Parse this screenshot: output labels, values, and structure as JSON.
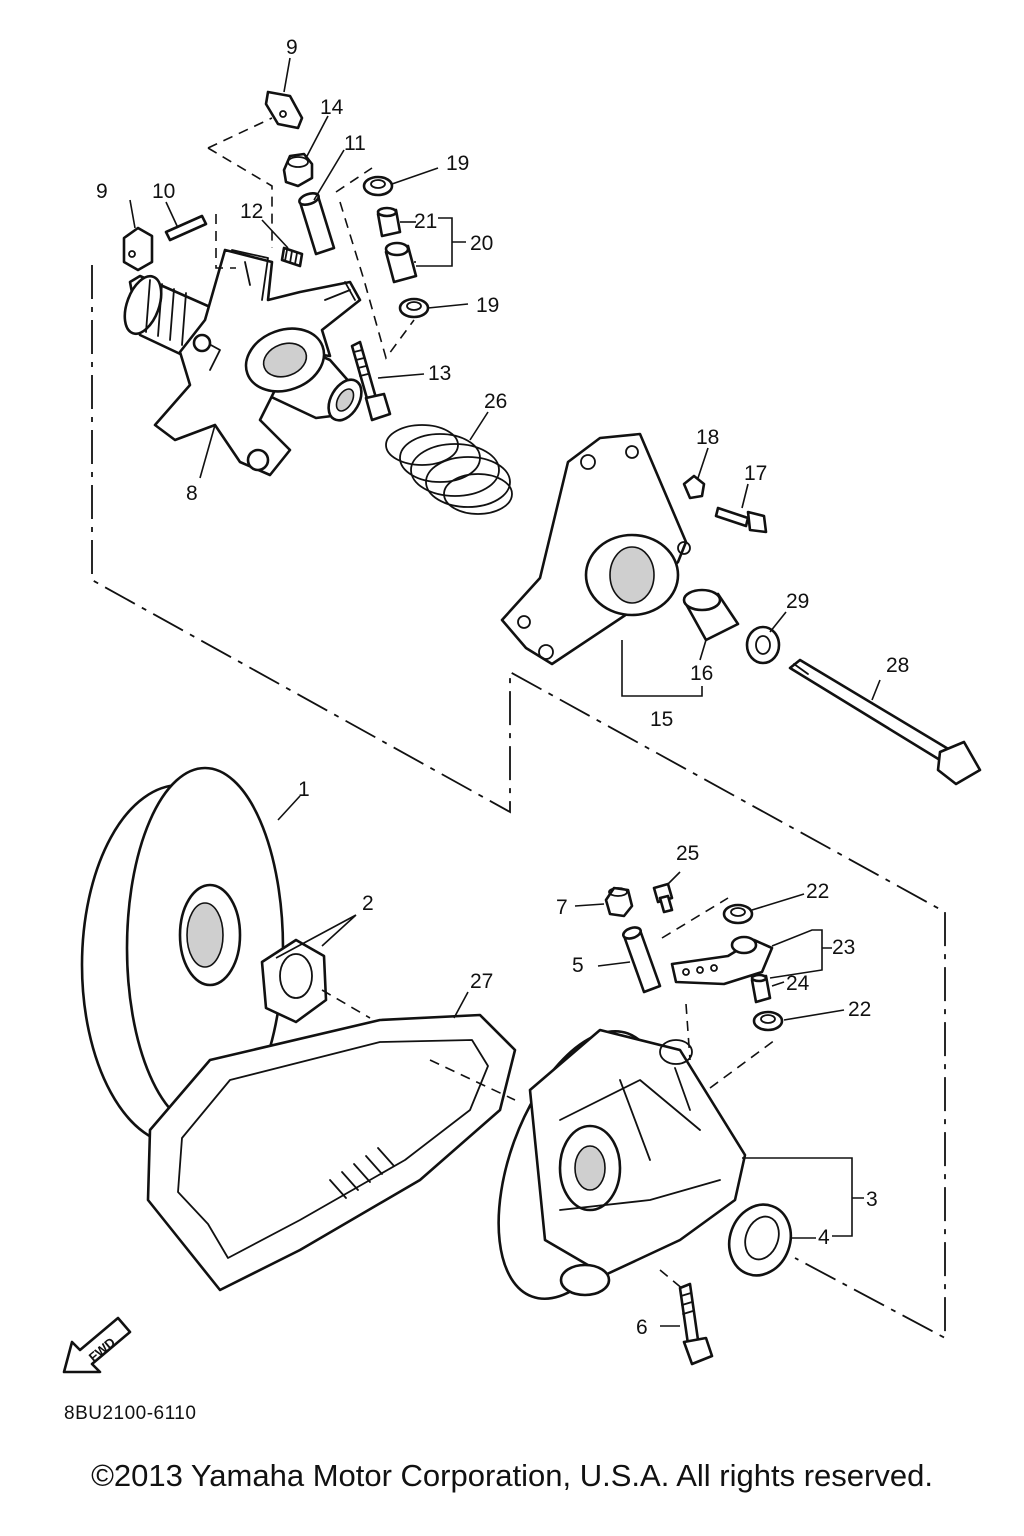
{
  "callouts": [
    "1",
    "2",
    "3",
    "4",
    "5",
    "6",
    "7",
    "8",
    "9",
    "9",
    "10",
    "11",
    "12",
    "13",
    "14",
    "15",
    "16",
    "17",
    "18",
    "19",
    "19",
    "20",
    "21",
    "22",
    "22",
    "23",
    "24",
    "25",
    "26",
    "27",
    "28",
    "29"
  ],
  "fwd_label": "FWD",
  "catalog_code": "8BU2100-6110",
  "copyright": "©2013 Yamaha Motor Corporation, U.S.A. All rights reserved."
}
